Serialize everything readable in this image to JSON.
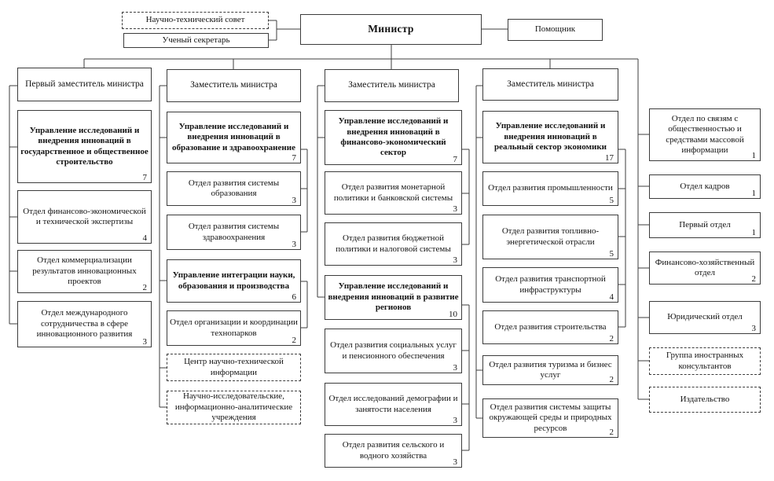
{
  "top": {
    "scientific_council": "Научно-технический совет",
    "scientific_secretary": "Ученый секретарь",
    "minister": "Министр",
    "assistant": "Помощник"
  },
  "columns": [
    {
      "header": "Первый заместитель министра",
      "boxes": [
        {
          "label": "Управление исследований и внедрения инноваций в государственное и общественное строительство",
          "count": "7",
          "variant": "bold"
        },
        {
          "label": "Отдел финансово-экономической и технической экспертизы",
          "count": "4",
          "variant": "normal"
        },
        {
          "label": "Отдел коммерциализации результатов инновационных проектов",
          "count": "2",
          "variant": "normal"
        },
        {
          "label": "Отдел международного сотрудничества в сфере инновационного развития",
          "count": "3",
          "variant": "normal"
        }
      ]
    },
    {
      "header": "Заместитель министра",
      "boxes": [
        {
          "label": "Управление исследований и внедрения инноваций в образование и здравоохранение",
          "count": "7",
          "variant": "bold"
        },
        {
          "label": "Отдел развития системы образования",
          "count": "3",
          "variant": "normal"
        },
        {
          "label": "Отдел развития системы здравоохранения",
          "count": "3",
          "variant": "normal"
        },
        {
          "label": "Управление интеграции науки, образования и производства",
          "count": "6",
          "variant": "bold"
        },
        {
          "label": "Отдел организации и координации технопарков",
          "count": "2",
          "variant": "normal"
        },
        {
          "label": "Центр научно-технической информации",
          "variant": "dashed"
        },
        {
          "label": "Научно-исследовательские, информационно-аналитические учреждения",
          "variant": "dashed"
        }
      ]
    },
    {
      "header": "Заместитель министра",
      "boxes": [
        {
          "label": "Управление исследований и внедрения инноваций в финансово-экономический сектор",
          "count": "7",
          "variant": "bold"
        },
        {
          "label": "Отдел развития монетарной политики и банковской системы",
          "count": "3",
          "variant": "normal"
        },
        {
          "label": "Отдел развития бюджетной политики и налоговой системы",
          "count": "3",
          "variant": "normal"
        },
        {
          "label": "Управление исследований и внедрения инноваций в развитие регионов",
          "count": "10",
          "variant": "bold"
        },
        {
          "label": "Отдел развития социальных услуг и пенсионного обеспечения",
          "count": "3",
          "variant": "normal"
        },
        {
          "label": "Отдел исследований демографии и занятости населения",
          "count": "3",
          "variant": "normal"
        },
        {
          "label": "Отдел развития сельского и водного хозяйства",
          "count": "3",
          "variant": "normal"
        }
      ]
    },
    {
      "header": "Заместитель министра",
      "boxes": [
        {
          "label": "Управление исследований и внедрения инноваций в реальный сектор экономики",
          "count": "17",
          "variant": "bold"
        },
        {
          "label": "Отдел развития промышленности",
          "count": "5",
          "variant": "normal"
        },
        {
          "label": "Отдел развития топливно-энергетической отрасли",
          "count": "5",
          "variant": "normal"
        },
        {
          "label": "Отдел развития транспортной инфраструктуры",
          "count": "4",
          "variant": "normal"
        },
        {
          "label": "Отдел развития строительства",
          "count": "2",
          "variant": "normal"
        },
        {
          "label": "Отдел развития туризма и бизнес услуг",
          "count": "2",
          "variant": "normal"
        },
        {
          "label": "Отдел развития системы защиты окружающей среды и природных ресурсов",
          "count": "2",
          "variant": "normal"
        }
      ]
    },
    {
      "header": "",
      "boxes": [
        {
          "label": "Отдел по связям с общественностью и средствами массовой информации",
          "count": "1",
          "variant": "normal"
        },
        {
          "label": "Отдел кадров",
          "count": "1",
          "variant": "normal"
        },
        {
          "label": "Первый отдел",
          "count": "1",
          "variant": "normal"
        },
        {
          "label": "Финансово-хозяйственный отдел",
          "count": "2",
          "variant": "normal"
        },
        {
          "label": "Юридический отдел",
          "count": "3",
          "variant": "normal"
        },
        {
          "label": "Группа иностранных консультантов",
          "variant": "dashed"
        },
        {
          "label": "Издательство",
          "variant": "dashed"
        }
      ]
    }
  ],
  "line_color": "#3c3c3c"
}
